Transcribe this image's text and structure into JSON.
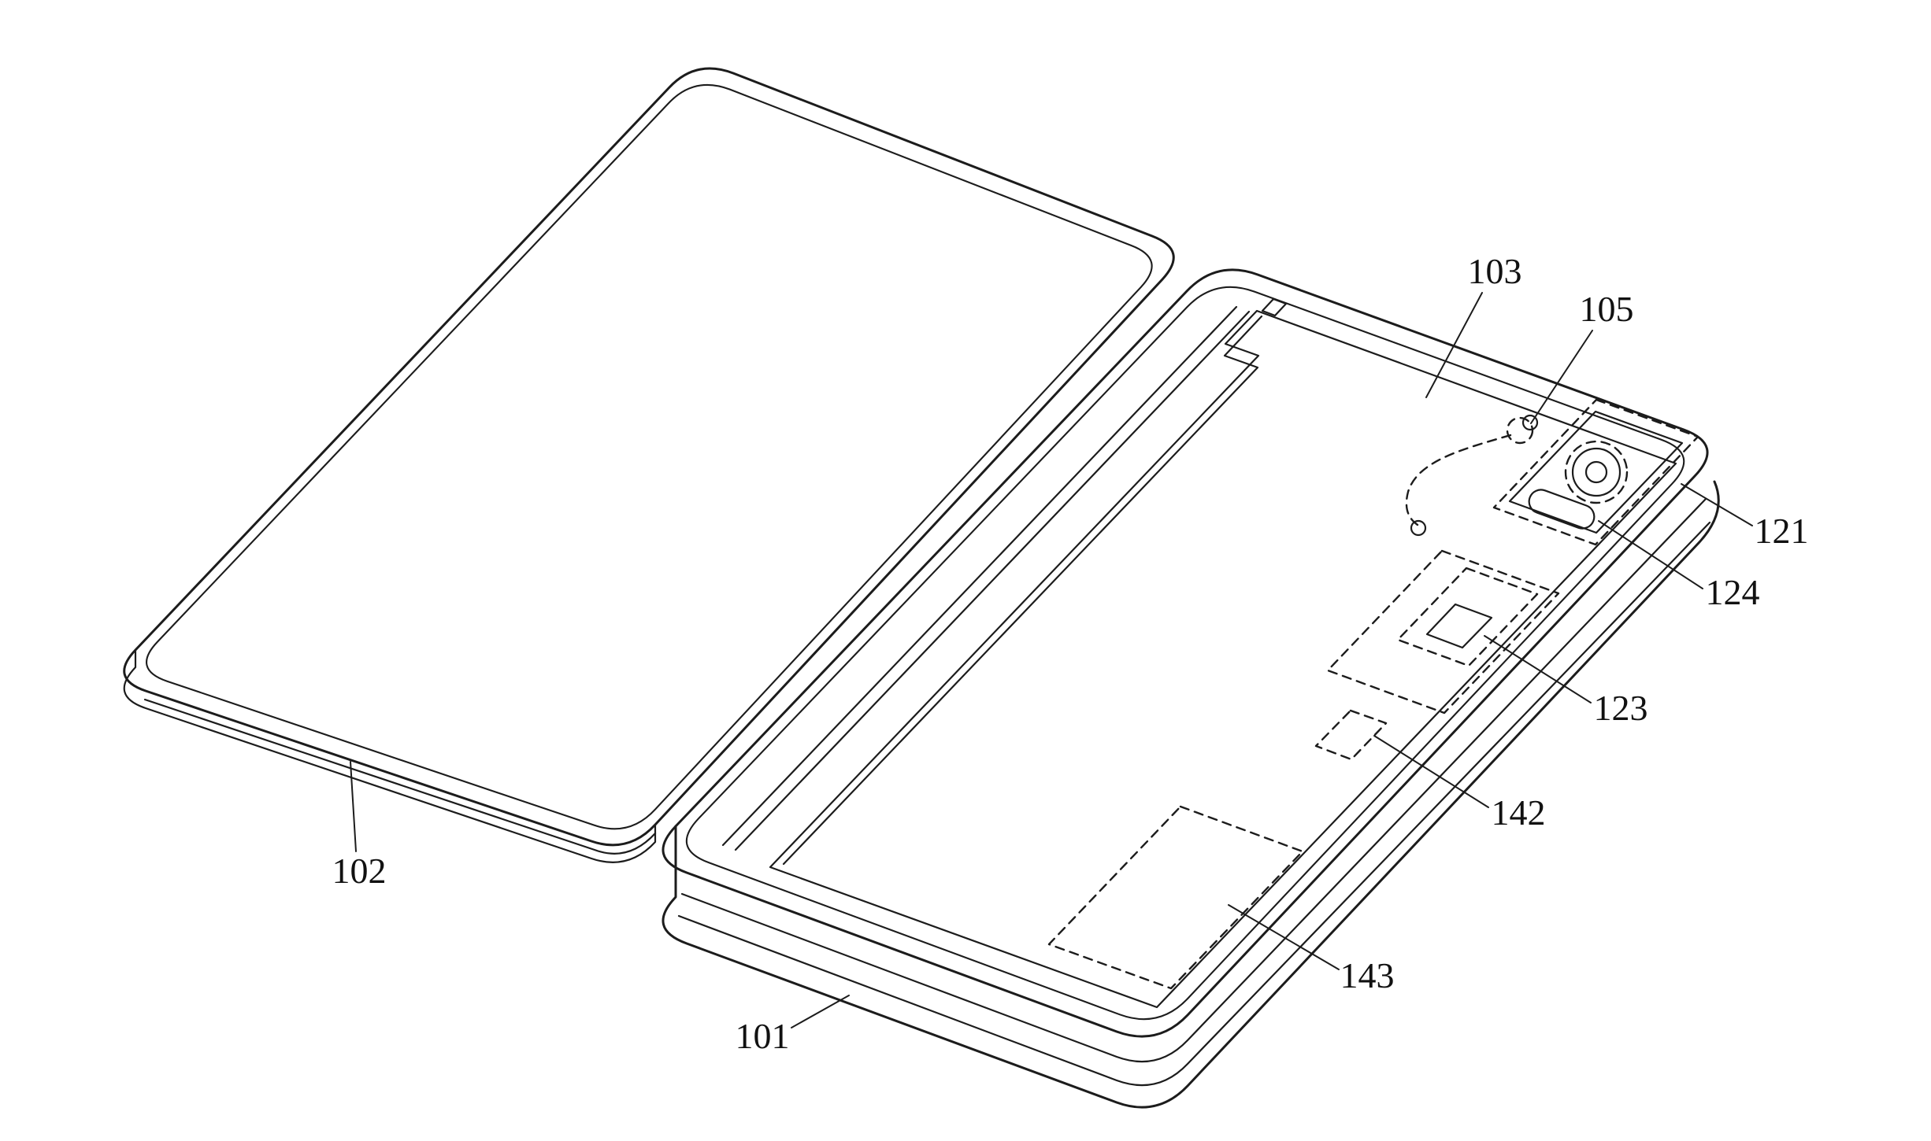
{
  "figure": {
    "background": "#ffffff",
    "stroke_color": "#1c1c1c",
    "labels": {
      "l101": "101",
      "l102": "102",
      "l103": "103",
      "l105": "105",
      "l121": "121",
      "l123": "123",
      "l124": "124",
      "l142": "142",
      "l143": "143"
    }
  }
}
